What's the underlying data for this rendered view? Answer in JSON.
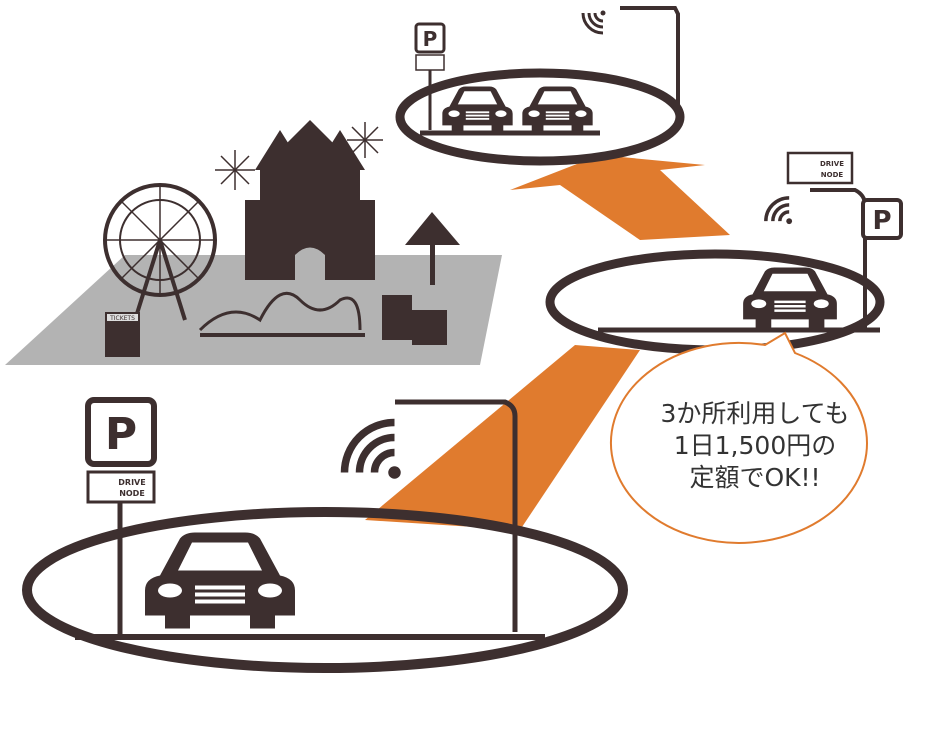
{
  "colors": {
    "dark": "#3d2f2f",
    "accent": "#e07b2e",
    "ground": "#b3b3b3"
  },
  "bubble": {
    "lines": [
      "3か所利用しても",
      "1日1,500円の",
      "定額でOK!!"
    ]
  },
  "signs": {
    "parking": "P",
    "drive_node_line1": "DRIVE",
    "drive_node_line2": "NODE"
  },
  "amusement_park": {
    "ticket_booth": "TICKETS"
  },
  "icons": [
    "wifi-signal-icon",
    "parking-sign-icon",
    "car-icon",
    "ferris-wheel-icon",
    "castle-icon",
    "fireworks-icon"
  ]
}
